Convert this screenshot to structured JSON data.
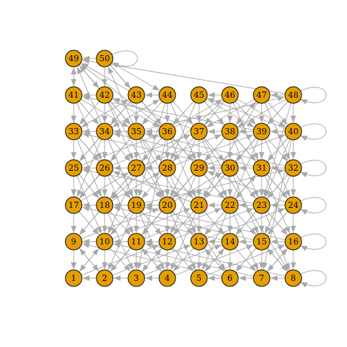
{
  "graph": {
    "node_color": "#E69F00",
    "node_stroke": "#000000",
    "edge_color": "#A9A9A9",
    "self_loops": [
      "50",
      "48",
      "40",
      "32",
      "24",
      "16",
      "8"
    ],
    "nodes": [
      "1",
      "2",
      "3",
      "4",
      "5",
      "6",
      "7",
      "8",
      "9",
      "10",
      "11",
      "12",
      "13",
      "14",
      "15",
      "16",
      "17",
      "18",
      "19",
      "20",
      "21",
      "22",
      "23",
      "24",
      "25",
      "26",
      "27",
      "28",
      "29",
      "30",
      "31",
      "32",
      "33",
      "34",
      "35",
      "36",
      "37",
      "38",
      "39",
      "40",
      "41",
      "42",
      "43",
      "44",
      "45",
      "46",
      "47",
      "48",
      "49",
      "50"
    ],
    "edges": [
      [
        "9",
        "1"
      ],
      [
        "10",
        "2"
      ],
      [
        "11",
        "3"
      ],
      [
        "12",
        "4"
      ],
      [
        "13",
        "5"
      ],
      [
        "14",
        "6"
      ],
      [
        "15",
        "7"
      ],
      [
        "16",
        "8"
      ],
      [
        "17",
        "9"
      ],
      [
        "18",
        "10"
      ],
      [
        "19",
        "11"
      ],
      [
        "20",
        "12"
      ],
      [
        "21",
        "13"
      ],
      [
        "22",
        "14"
      ],
      [
        "23",
        "15"
      ],
      [
        "24",
        "16"
      ],
      [
        "25",
        "17"
      ],
      [
        "26",
        "18"
      ],
      [
        "27",
        "19"
      ],
      [
        "28",
        "20"
      ],
      [
        "29",
        "21"
      ],
      [
        "30",
        "22"
      ],
      [
        "31",
        "23"
      ],
      [
        "32",
        "24"
      ],
      [
        "33",
        "25"
      ],
      [
        "34",
        "26"
      ],
      [
        "35",
        "27"
      ],
      [
        "36",
        "28"
      ],
      [
        "37",
        "29"
      ],
      [
        "38",
        "30"
      ],
      [
        "39",
        "31"
      ],
      [
        "40",
        "32"
      ],
      [
        "41",
        "33"
      ],
      [
        "42",
        "34"
      ],
      [
        "43",
        "35"
      ],
      [
        "44",
        "36"
      ],
      [
        "45",
        "37"
      ],
      [
        "46",
        "38"
      ],
      [
        "47",
        "39"
      ],
      [
        "48",
        "40"
      ],
      [
        "49",
        "41"
      ],
      [
        "50",
        "42"
      ],
      [
        "42",
        "41"
      ],
      [
        "44",
        "43"
      ],
      [
        "46",
        "45"
      ],
      [
        "48",
        "47"
      ],
      [
        "41",
        "49"
      ],
      [
        "50",
        "49"
      ],
      [
        "34",
        "49"
      ],
      [
        "35",
        "50"
      ],
      [
        "43",
        "49"
      ],
      [
        "42",
        "49"
      ],
      [
        "36",
        "49"
      ],
      [
        "48",
        "49"
      ],
      [
        "34",
        "33"
      ],
      [
        "36",
        "35"
      ],
      [
        "38",
        "37"
      ],
      [
        "40",
        "39"
      ],
      [
        "35",
        "34"
      ],
      [
        "39",
        "38"
      ],
      [
        "26",
        "25"
      ],
      [
        "28",
        "27"
      ],
      [
        "30",
        "29"
      ],
      [
        "32",
        "31"
      ],
      [
        "27",
        "26"
      ],
      [
        "31",
        "30"
      ],
      [
        "18",
        "17"
      ],
      [
        "20",
        "19"
      ],
      [
        "22",
        "21"
      ],
      [
        "24",
        "23"
      ],
      [
        "19",
        "18"
      ],
      [
        "23",
        "22"
      ],
      [
        "10",
        "9"
      ],
      [
        "12",
        "11"
      ],
      [
        "14",
        "13"
      ],
      [
        "16",
        "15"
      ],
      [
        "11",
        "10"
      ],
      [
        "15",
        "14"
      ],
      [
        "2",
        "1"
      ],
      [
        "4",
        "3"
      ],
      [
        "6",
        "5"
      ],
      [
        "8",
        "7"
      ],
      [
        "3",
        "2"
      ],
      [
        "7",
        "6"
      ],
      [
        "17",
        "1"
      ],
      [
        "18",
        "3"
      ],
      [
        "19",
        "2"
      ],
      [
        "20",
        "5"
      ],
      [
        "21",
        "4"
      ],
      [
        "22",
        "7"
      ],
      [
        "23",
        "8"
      ],
      [
        "24",
        "6"
      ],
      [
        "25",
        "10"
      ],
      [
        "26",
        "11"
      ],
      [
        "27",
        "9"
      ],
      [
        "28",
        "13"
      ],
      [
        "29",
        "12"
      ],
      [
        "30",
        "15"
      ],
      [
        "31",
        "16"
      ],
      [
        "32",
        "14"
      ],
      [
        "33",
        "18"
      ],
      [
        "34",
        "19"
      ],
      [
        "35",
        "17"
      ],
      [
        "36",
        "21"
      ],
      [
        "37",
        "20"
      ],
      [
        "38",
        "23"
      ],
      [
        "39",
        "24"
      ],
      [
        "40",
        "22"
      ],
      [
        "41",
        "26"
      ],
      [
        "42",
        "27"
      ],
      [
        "43",
        "25"
      ],
      [
        "44",
        "29"
      ],
      [
        "45",
        "28"
      ],
      [
        "46",
        "31"
      ],
      [
        "47",
        "32"
      ],
      [
        "48",
        "30"
      ],
      [
        "10",
        "1"
      ],
      [
        "11",
        "2"
      ],
      [
        "12",
        "3"
      ],
      [
        "13",
        "4"
      ],
      [
        "14",
        "5"
      ],
      [
        "15",
        "6"
      ],
      [
        "16",
        "7"
      ],
      [
        "18",
        "9"
      ],
      [
        "19",
        "10"
      ],
      [
        "20",
        "11"
      ],
      [
        "21",
        "12"
      ],
      [
        "22",
        "13"
      ],
      [
        "23",
        "14"
      ],
      [
        "24",
        "15"
      ],
      [
        "26",
        "17"
      ],
      [
        "27",
        "18"
      ],
      [
        "28",
        "19"
      ],
      [
        "29",
        "20"
      ],
      [
        "30",
        "21"
      ],
      [
        "31",
        "22"
      ],
      [
        "32",
        "23"
      ],
      [
        "34",
        "25"
      ],
      [
        "35",
        "26"
      ],
      [
        "36",
        "27"
      ],
      [
        "37",
        "28"
      ],
      [
        "38",
        "29"
      ],
      [
        "39",
        "30"
      ],
      [
        "40",
        "31"
      ],
      [
        "42",
        "33"
      ],
      [
        "43",
        "34"
      ],
      [
        "44",
        "35"
      ],
      [
        "45",
        "36"
      ],
      [
        "46",
        "37"
      ],
      [
        "47",
        "38"
      ],
      [
        "48",
        "39"
      ],
      [
        "9",
        "2"
      ],
      [
        "10",
        "3"
      ],
      [
        "11",
        "4"
      ],
      [
        "12",
        "5"
      ],
      [
        "13",
        "6"
      ],
      [
        "14",
        "7"
      ],
      [
        "15",
        "8"
      ],
      [
        "17",
        "10"
      ],
      [
        "18",
        "11"
      ],
      [
        "19",
        "12"
      ],
      [
        "20",
        "13"
      ],
      [
        "21",
        "14"
      ],
      [
        "22",
        "15"
      ],
      [
        "23",
        "16"
      ],
      [
        "25",
        "18"
      ],
      [
        "26",
        "19"
      ],
      [
        "27",
        "20"
      ],
      [
        "28",
        "21"
      ],
      [
        "29",
        "22"
      ],
      [
        "30",
        "23"
      ],
      [
        "31",
        "24"
      ],
      [
        "33",
        "26"
      ],
      [
        "34",
        "27"
      ],
      [
        "35",
        "28"
      ],
      [
        "36",
        "29"
      ],
      [
        "37",
        "30"
      ],
      [
        "38",
        "31"
      ],
      [
        "39",
        "32"
      ],
      [
        "41",
        "34"
      ],
      [
        "42",
        "35"
      ],
      [
        "43",
        "36"
      ],
      [
        "44",
        "37"
      ],
      [
        "45",
        "38"
      ],
      [
        "46",
        "39"
      ],
      [
        "47",
        "40"
      ],
      [
        "25",
        "9"
      ],
      [
        "26",
        "12"
      ],
      [
        "27",
        "10"
      ],
      [
        "28",
        "14"
      ],
      [
        "29",
        "11"
      ],
      [
        "30",
        "16"
      ],
      [
        "31",
        "13"
      ],
      [
        "32",
        "15"
      ],
      [
        "33",
        "19"
      ],
      [
        "34",
        "17"
      ],
      [
        "35",
        "20"
      ],
      [
        "36",
        "18"
      ],
      [
        "37",
        "22"
      ],
      [
        "38",
        "24"
      ],
      [
        "39",
        "21"
      ],
      [
        "40",
        "23"
      ],
      [
        "41",
        "35"
      ],
      [
        "42",
        "36"
      ],
      [
        "43",
        "33"
      ],
      [
        "44",
        "34"
      ],
      [
        "45",
        "39"
      ],
      [
        "46",
        "40"
      ],
      [
        "47",
        "37"
      ],
      [
        "48",
        "38"
      ],
      [
        "33",
        "1"
      ],
      [
        "34",
        "4"
      ],
      [
        "35",
        "6"
      ],
      [
        "36",
        "3"
      ],
      [
        "37",
        "8"
      ],
      [
        "38",
        "2"
      ],
      [
        "39",
        "5"
      ],
      [
        "40",
        "7"
      ],
      [
        "41",
        "17"
      ],
      [
        "42",
        "20"
      ],
      [
        "43",
        "22"
      ],
      [
        "44",
        "19"
      ],
      [
        "45",
        "24"
      ],
      [
        "46",
        "18"
      ],
      [
        "47",
        "21"
      ],
      [
        "48",
        "23"
      ],
      [
        "49",
        "33"
      ],
      [
        "49",
        "42"
      ],
      [
        "50",
        "34"
      ],
      [
        "50",
        "43"
      ],
      [
        "50",
        "36"
      ],
      [
        "50",
        "44"
      ],
      [
        "49",
        "35"
      ],
      [
        "2",
        "9"
      ],
      [
        "4",
        "11"
      ],
      [
        "6",
        "13"
      ],
      [
        "8",
        "15"
      ],
      [
        "3",
        "12"
      ],
      [
        "5",
        "14"
      ],
      [
        "7",
        "16"
      ],
      [
        "1",
        "10"
      ],
      [
        "17",
        "27"
      ],
      [
        "20",
        "30"
      ],
      [
        "22",
        "31"
      ],
      [
        "24",
        "29"
      ],
      [
        "18",
        "28"
      ],
      [
        "19",
        "32"
      ],
      [
        "21",
        "26"
      ],
      [
        "23",
        "25"
      ],
      [
        "33",
        "43"
      ],
      [
        "36",
        "46"
      ],
      [
        "38",
        "47"
      ],
      [
        "40",
        "45"
      ],
      [
        "34",
        "44"
      ],
      [
        "35",
        "48"
      ],
      [
        "37",
        "42"
      ],
      [
        "39",
        "41"
      ],
      [
        "9",
        "20"
      ],
      [
        "11",
        "22"
      ],
      [
        "13",
        "24"
      ],
      [
        "10",
        "21"
      ],
      [
        "12",
        "23"
      ],
      [
        "14",
        "17"
      ],
      [
        "16",
        "19"
      ],
      [
        "15",
        "18"
      ],
      [
        "25",
        "36"
      ],
      [
        "27",
        "38"
      ],
      [
        "29",
        "40"
      ],
      [
        "26",
        "37"
      ],
      [
        "28",
        "39"
      ],
      [
        "30",
        "33"
      ],
      [
        "32",
        "35"
      ],
      [
        "31",
        "34"
      ],
      [
        "1",
        "12"
      ],
      [
        "2",
        "13"
      ],
      [
        "3",
        "14"
      ],
      [
        "4",
        "15"
      ],
      [
        "5",
        "16"
      ],
      [
        "6",
        "9"
      ],
      [
        "7",
        "10"
      ],
      [
        "8",
        "11"
      ]
    ]
  }
}
